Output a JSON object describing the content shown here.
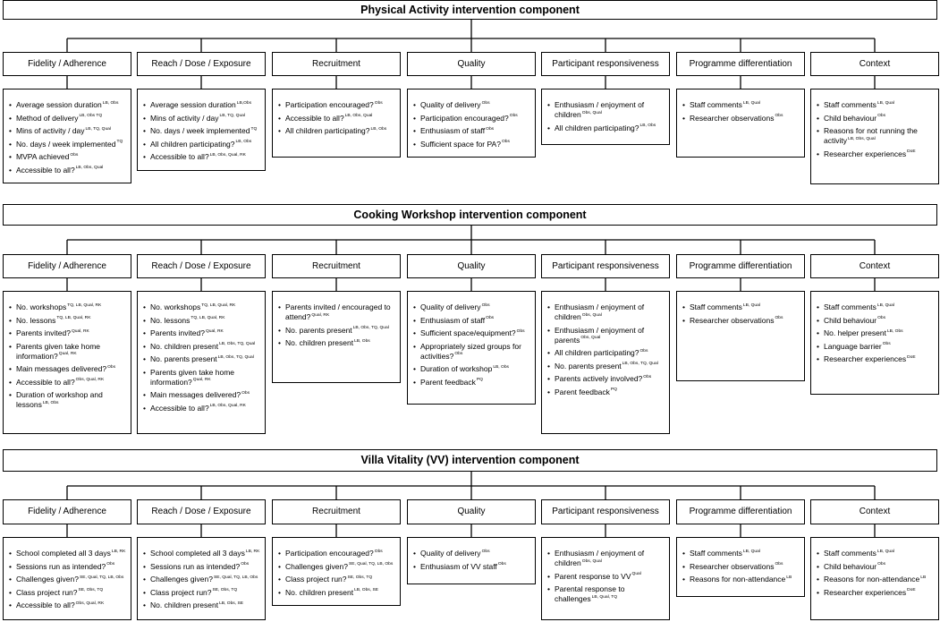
{
  "sections": [
    {
      "title": "Physical Activity intervention component",
      "columns": [
        {
          "header": "Fidelity / Adherence",
          "items": [
            {
              "text": "Average session duration",
              "sources": "LB, Obs"
            },
            {
              "text": "Method of delivery",
              "sources": "LB, Obs TQ"
            },
            {
              "text": "Mins of activity / day",
              "sources": "LB, TQ, Qual"
            },
            {
              "text": "No. days / week implemented",
              "sources": "TQ"
            },
            {
              "text": "MVPA achieved",
              "sources": "Obs"
            },
            {
              "text": "Accessible to all?",
              "sources": "LB, Obs, Qual"
            }
          ]
        },
        {
          "header": "Reach / Dose / Exposure",
          "items": [
            {
              "text": "Average session duration",
              "sources": "LB,Obs"
            },
            {
              "text": "Mins of activity / day",
              "sources": "LB, TQ, Qual"
            },
            {
              "text": "No. days / week implemented",
              "sources": "TQ"
            },
            {
              "text": "All children participating?",
              "sources": "LB, Obs"
            },
            {
              "text": "Accessible to all?",
              "sources": "LB, Obs, Qual, RK"
            }
          ]
        },
        {
          "header": "Recruitment",
          "items": [
            {
              "text": "Participation encouraged?",
              "sources": "Obs"
            },
            {
              "text": "Accessible to all?",
              "sources": "LB, Obs, Qual"
            },
            {
              "text": "All children participating?",
              "sources": "LB, Obs"
            }
          ]
        },
        {
          "header": "Quality",
          "items": [
            {
              "text": "Quality of delivery",
              "sources": "Obs"
            },
            {
              "text": "Participation encouraged?",
              "sources": "Obs"
            },
            {
              "text": "Enthusiasm of staff",
              "sources": "Obs"
            },
            {
              "text": "Sufficient space for PA?",
              "sources": "Obs"
            }
          ]
        },
        {
          "header": "Participant responsiveness",
          "items": [
            {
              "text": "Enthusiasm / enjoyment of children",
              "sources": "Obs, Qual"
            },
            {
              "text": "All children participating?",
              "sources": "LB, Obs"
            }
          ]
        },
        {
          "header": "Programme differentiation",
          "items": [
            {
              "text": "Staff comments",
              "sources": "LB, Qual"
            },
            {
              "text": "Researcher observations",
              "sources": "Obs"
            }
          ]
        },
        {
          "header": "Context",
          "items": [
            {
              "text": "Staff comments",
              "sources": "LB, Qual"
            },
            {
              "text": "Child behaviour",
              "sources": "Obs"
            },
            {
              "text": "Reasons for not running the activity",
              "sources": "LB, Obs, Qual"
            },
            {
              "text": "Researcher experiences",
              "sources": "DoE"
            }
          ]
        }
      ]
    },
    {
      "title": "Cooking Workshop intervention component",
      "columns": [
        {
          "header": "Fidelity / Adherence",
          "items": [
            {
              "text": "No. workshops",
              "sources": "TQ, LB, Qual, RK"
            },
            {
              "text": "No. lessons",
              "sources": "TQ, LB, Qual, RK"
            },
            {
              "text": "Parents invited?",
              "sources": "Qual, RK"
            },
            {
              "text": "Parents given take home information?",
              "sources": "Qual, RK"
            },
            {
              "text": "Main messages delivered?",
              "sources": "Obs"
            },
            {
              "text": "Accessible to all?",
              "sources": "Obs, Qual, RK"
            },
            {
              "text": "Duration of workshop and lessons",
              "sources": "LB, Obs"
            }
          ]
        },
        {
          "header": "Reach / Dose / Exposure",
          "items": [
            {
              "text": "No. workshops",
              "sources": "TQ, LB, Qual, RK"
            },
            {
              "text": "No. lessons",
              "sources": "TQ, LB, Qual, RK"
            },
            {
              "text": "Parents invited?",
              "sources": "Qual, RK"
            },
            {
              "text": "No. children present",
              "sources": "LB, Obs, TQ, Qual"
            },
            {
              "text": "No. parents present",
              "sources": "LB, Obs, TQ, Qual"
            },
            {
              "text": "Parents given take home information?",
              "sources": "Qual, RK"
            },
            {
              "text": "Main messages delivered?",
              "sources": "Obs"
            },
            {
              "text": "Accessible to all?",
              "sources": "LB, Obs, Qual, RK"
            }
          ]
        },
        {
          "header": "Recruitment",
          "items": [
            {
              "text": "Parents invited / encouraged to attend?",
              "sources": "Qual, RK"
            },
            {
              "text": "No. parents present",
              "sources": "LB, Obs, TQ, Qual"
            },
            {
              "text": "No. children present",
              "sources": "LB, Obs"
            }
          ]
        },
        {
          "header": "Quality",
          "items": [
            {
              "text": "Quality of delivery",
              "sources": "Obs"
            },
            {
              "text": "Enthusiasm of staff",
              "sources": "Obs"
            },
            {
              "text": "Sufficient space/equipment?",
              "sources": "Obs"
            },
            {
              "text": "Appropriately sized groups for activities?",
              "sources": "Obs"
            },
            {
              "text": "Duration of workshop",
              "sources": "LB, Obs"
            },
            {
              "text": "Parent feedback",
              "sources": "PQ"
            }
          ]
        },
        {
          "header": "Participant responsiveness",
          "items": [
            {
              "text": "Enthusiasm / enjoyment of children",
              "sources": "Obs, Qual"
            },
            {
              "text": "Enthusiasm / enjoyment of parents",
              "sources": "Obs, Qual"
            },
            {
              "text": "All children participating?",
              "sources": "Obs"
            },
            {
              "text": "No. parents present",
              "sources": "LB, Obs, TQ, Qual"
            },
            {
              "text": "Parents actively involved?",
              "sources": "Obs"
            },
            {
              "text": "Parent feedback",
              "sources": "PQ"
            }
          ]
        },
        {
          "header": "Programme differentiation",
          "items": [
            {
              "text": "Staff comments",
              "sources": "LB, Qual"
            },
            {
              "text": "Researcher observations",
              "sources": "Obs"
            }
          ]
        },
        {
          "header": "Context",
          "items": [
            {
              "text": "Staff comments",
              "sources": "LB, Qual"
            },
            {
              "text": "Child behaviour",
              "sources": "Obs"
            },
            {
              "text": "No. helper present",
              "sources": "LB, Obs"
            },
            {
              "text": "Language barrier",
              "sources": "Obs"
            },
            {
              "text": "Researcher experiences",
              "sources": "DoE"
            }
          ]
        }
      ]
    },
    {
      "title": "Villa Vitality (VV) intervention component",
      "columns": [
        {
          "header": "Fidelity / Adherence",
          "items": [
            {
              "text": "School completed all 3 days",
              "sources": "LB, RK"
            },
            {
              "text": "Sessions run as intended?",
              "sources": "Obs"
            },
            {
              "text": "Challenges given?",
              "sources": "SE, Qual, TQ, LB, Obs"
            },
            {
              "text": "Class project run?",
              "sources": "SE, Obs, TQ"
            },
            {
              "text": "Accessible to all?",
              "sources": "Obs, Qual, RK"
            }
          ]
        },
        {
          "header": "Reach / Dose / Exposure",
          "items": [
            {
              "text": "School completed all 3 days",
              "sources": "LB, RK"
            },
            {
              "text": "Sessions run as intended?",
              "sources": "Obs"
            },
            {
              "text": "Challenges given?",
              "sources": "SE, Qual, TQ, LB, Obs"
            },
            {
              "text": "Class project run?",
              "sources": "SE, Obs, TQ"
            },
            {
              "text": "No. children present",
              "sources": "LB, Obs, SE"
            }
          ]
        },
        {
          "header": "Recruitment",
          "items": [
            {
              "text": "Participation encouraged?",
              "sources": "Obs"
            },
            {
              "text": "Challenges given?",
              "sources": "SE, Qual, TQ, LB, Obs"
            },
            {
              "text": "Class project run?",
              "sources": "SE, Obs, TQ"
            },
            {
              "text": "No. children present",
              "sources": "LB, Obs, SE"
            }
          ]
        },
        {
          "header": "Quality",
          "items": [
            {
              "text": "Quality of delivery",
              "sources": "Obs"
            },
            {
              "text": "Enthusiasm of VV staff",
              "sources": "Obs"
            }
          ]
        },
        {
          "header": "Participant responsiveness",
          "items": [
            {
              "text": "Enthusiasm / enjoyment of children",
              "sources": "Obs, Qual"
            },
            {
              "text": "Parent response to VV",
              "sources": "Qual"
            },
            {
              "text": "Parental response to challenges",
              "sources": "LB, Qual, TQ"
            }
          ]
        },
        {
          "header": "Programme differentiation",
          "items": [
            {
              "text": "Staff comments",
              "sources": "LB, Qual"
            },
            {
              "text": "Researcher observations",
              "sources": "Obs"
            },
            {
              "text": "Reasons for non-attendance",
              "sources": "LB"
            }
          ]
        },
        {
          "header": "Context",
          "items": [
            {
              "text": "Staff comments",
              "sources": "LB, Qual"
            },
            {
              "text": "Child behaviour",
              "sources": "Obs"
            },
            {
              "text": "Reasons for non-attendance",
              "sources": "LB"
            },
            {
              "text": "Researcher experiences",
              "sources": "DoE"
            }
          ]
        }
      ]
    }
  ]
}
